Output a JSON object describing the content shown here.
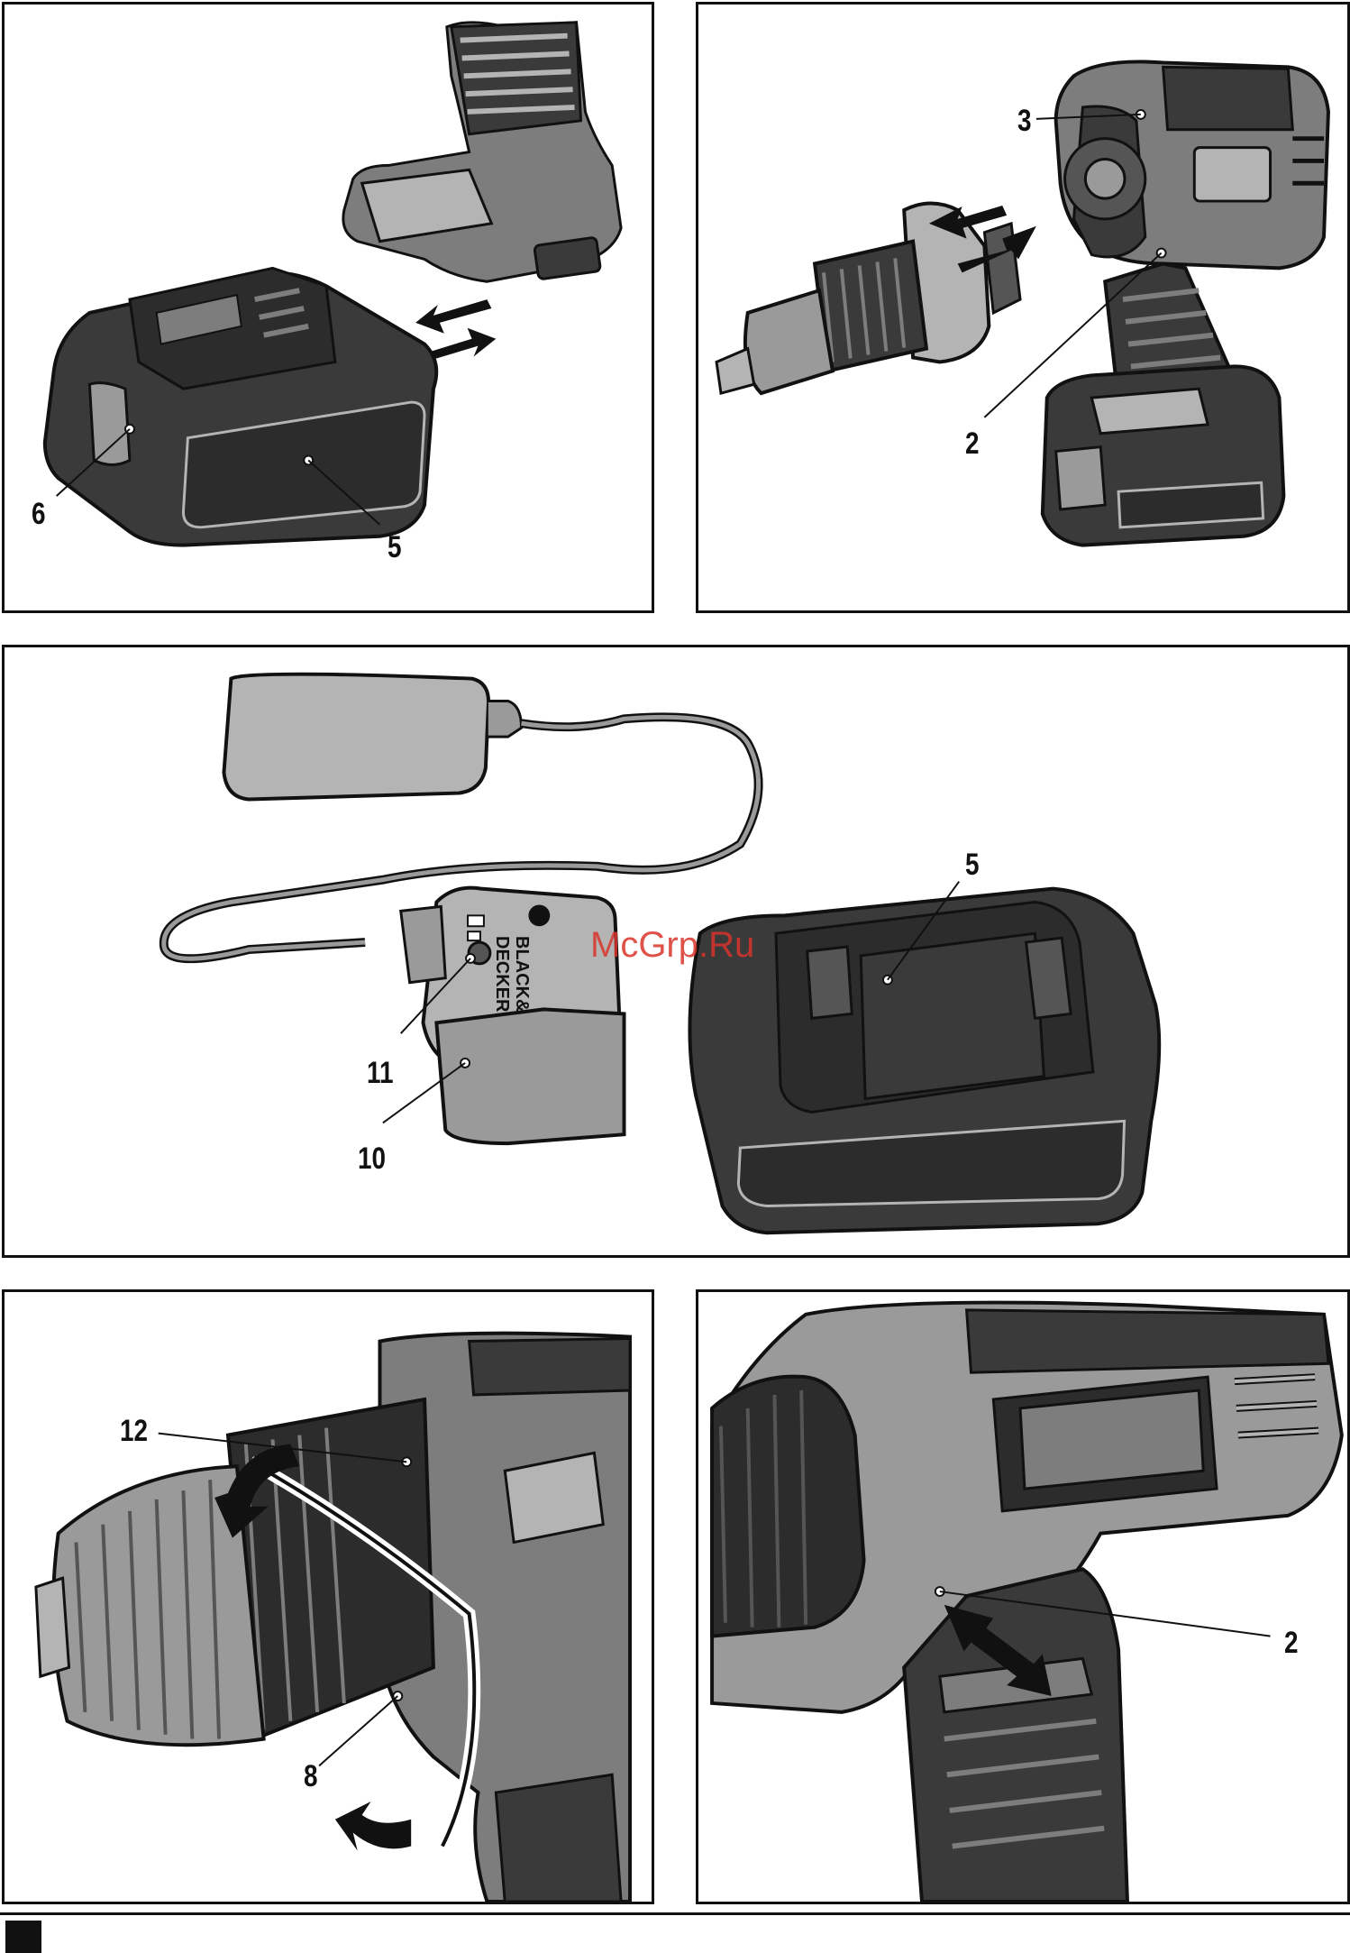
{
  "figures": {
    "top_left": {
      "callouts": {
        "battery_release_button": "6",
        "battery_pack": "5"
      }
    },
    "top_right": {
      "callouts": {
        "tool_head_top": "3",
        "release_latch": "2"
      }
    },
    "middle": {
      "callouts": {
        "battery_pack": "5",
        "charging_button": "11",
        "charger": "10"
      },
      "charger_brand_line1": "BLACK&",
      "charger_brand_line2": "DECKER."
    },
    "bottom_left": {
      "callouts": {
        "torque_collar": "12",
        "chuck": "8"
      }
    },
    "bottom_right": {
      "callouts": {
        "release_latch": "2"
      }
    }
  },
  "watermark": "McGrp.Ru",
  "colors": {
    "tool_dark": "#3a3a3a",
    "tool_mid": "#7d7d7d",
    "tool_light": "#b4b4b4",
    "outline": "#111111",
    "watermark": "#d9342b"
  }
}
